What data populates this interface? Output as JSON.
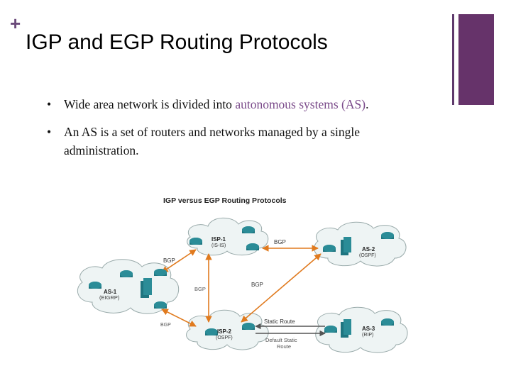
{
  "slide": {
    "plus": "+",
    "title": "IGP and EGP Routing Protocols"
  },
  "bullets": [
    {
      "marker": "•",
      "pre": "Wide area network is divided into ",
      "highlight": "autonomous systems (AS)",
      "post": "."
    },
    {
      "marker": "•",
      "pre": "An AS is a set of routers and networks managed by a single",
      "highlight": "",
      "post": ""
    }
  ],
  "bullet2_cont": "administration.",
  "colors": {
    "accent": "#66336a",
    "highlight": "#7a4a8a",
    "arrow_orange": "#e07a1e",
    "cloud_fill": "#eef4f4",
    "router_teal": "#1f7580"
  },
  "diagram": {
    "title": "IGP versus EGP Routing Protocols",
    "isp1": "ISP-1",
    "isp1_sub": "(IS-IS)",
    "isp2": "ISP-2",
    "isp2_sub": "(OSPF)",
    "as1": "AS-1",
    "as1_sub": "(EIGRP)",
    "as2": "AS-2",
    "as2_sub": "(OSPF)",
    "as3": "AS-3",
    "as3_sub": "(RIP)",
    "links": {
      "bgp_isp1_as2": "BGP",
      "bgp_as1_isp1": "BGP",
      "bgp_isps": "BGP",
      "bgp_as2_isp2": "BGP",
      "bgp_as1_isp2": "BGP",
      "static_route": "Static Route",
      "default_static": "Default Static",
      "default_static_2": "Route"
    }
  }
}
